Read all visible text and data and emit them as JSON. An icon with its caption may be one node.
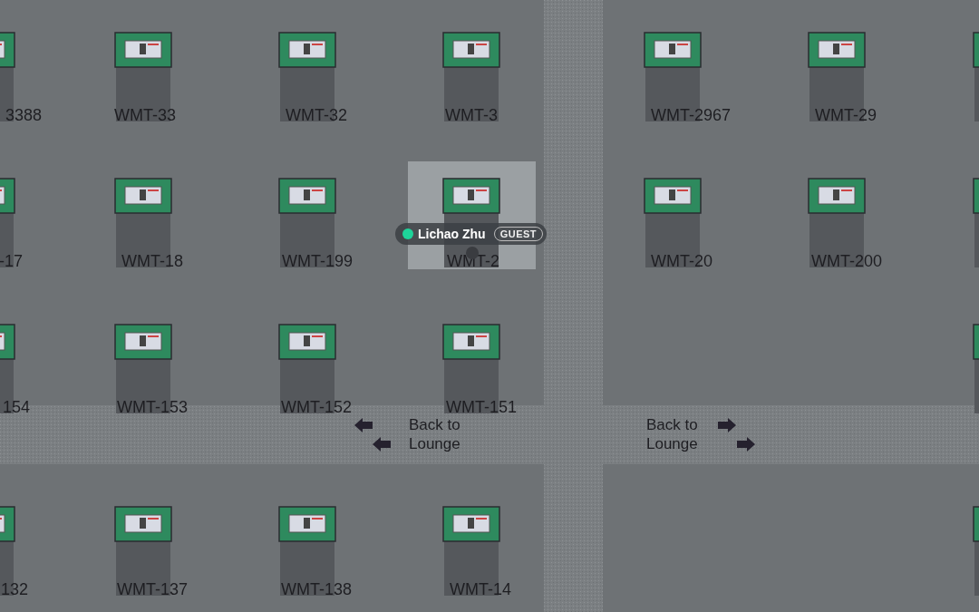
{
  "diagram": {
    "labels": [
      "3388",
      "WMT-33",
      "WMT-32",
      "WMT-3",
      "WMT-2967",
      "WMT-29",
      "Lichao Zhu",
      "GUEST",
      "-17",
      "WMT-18",
      "WMT-199",
      "WMT-2",
      "WMT-20",
      "WMT-200",
      "154",
      "WMT-153",
      "WMT-152",
      "WMT-151",
      "Back to Lounge",
      "Back to Lounge",
      "132",
      "WMT-137",
      "WMT-138",
      "WMT-14"
    ]
  }
}
